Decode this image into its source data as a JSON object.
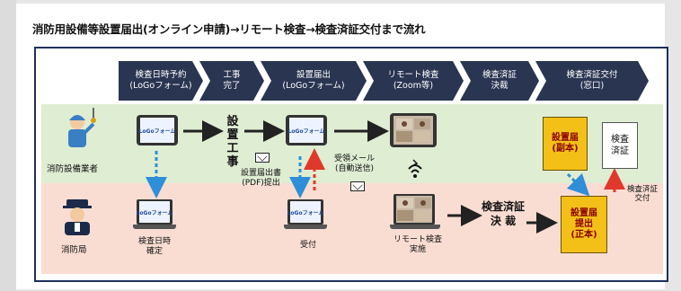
{
  "title": "消防用設備等設置届出(オンライン申請)→リモート検査→検査済証交付まで流れ",
  "steps": [
    {
      "line1": "検査日時予約",
      "line2": "(LoGoフォーム)"
    },
    {
      "line1": "工事",
      "line2": "完了"
    },
    {
      "line1": "設置届出",
      "line2": "(LoGoフォーム)"
    },
    {
      "line1": "リモート検査",
      "line2": "(Zoom等)"
    },
    {
      "line1": "検査済証",
      "line2": "決裁"
    },
    {
      "line1": "検査済証交付",
      "line2": "(窓口)"
    }
  ],
  "roles": {
    "contractor": "消防設備業者",
    "fire_station": "消防局"
  },
  "screen_logo": "LoGoフォーム",
  "construction": "設置工事",
  "labels": {
    "schedule_confirm": [
      "検査日時",
      "確定"
    ],
    "notification_pdf": [
      "設置届出書",
      "(PDF)提出"
    ],
    "receipt_mail": [
      "受領メール",
      "(自動送信)"
    ],
    "reception": "受付",
    "remote_inspection": [
      "リモート検査",
      "実施"
    ],
    "certificate_decision": [
      "検査済証",
      "決 裁"
    ],
    "certificate_issue": [
      "検査済証",
      "交付"
    ]
  },
  "books": {
    "copy": [
      "設置届",
      "(副本)"
    ],
    "original": [
      "設置届",
      "提出",
      "(正本)"
    ]
  },
  "certificate_doc": [
    "検査",
    "済証"
  ],
  "colors": {
    "chevron": "#2a3552",
    "green_band": "#dfedd3",
    "pink_band": "#f9ddd2",
    "blue_arrow": "#2f8ed8",
    "red_arrow": "#e0392b",
    "book": "#f3c018"
  }
}
